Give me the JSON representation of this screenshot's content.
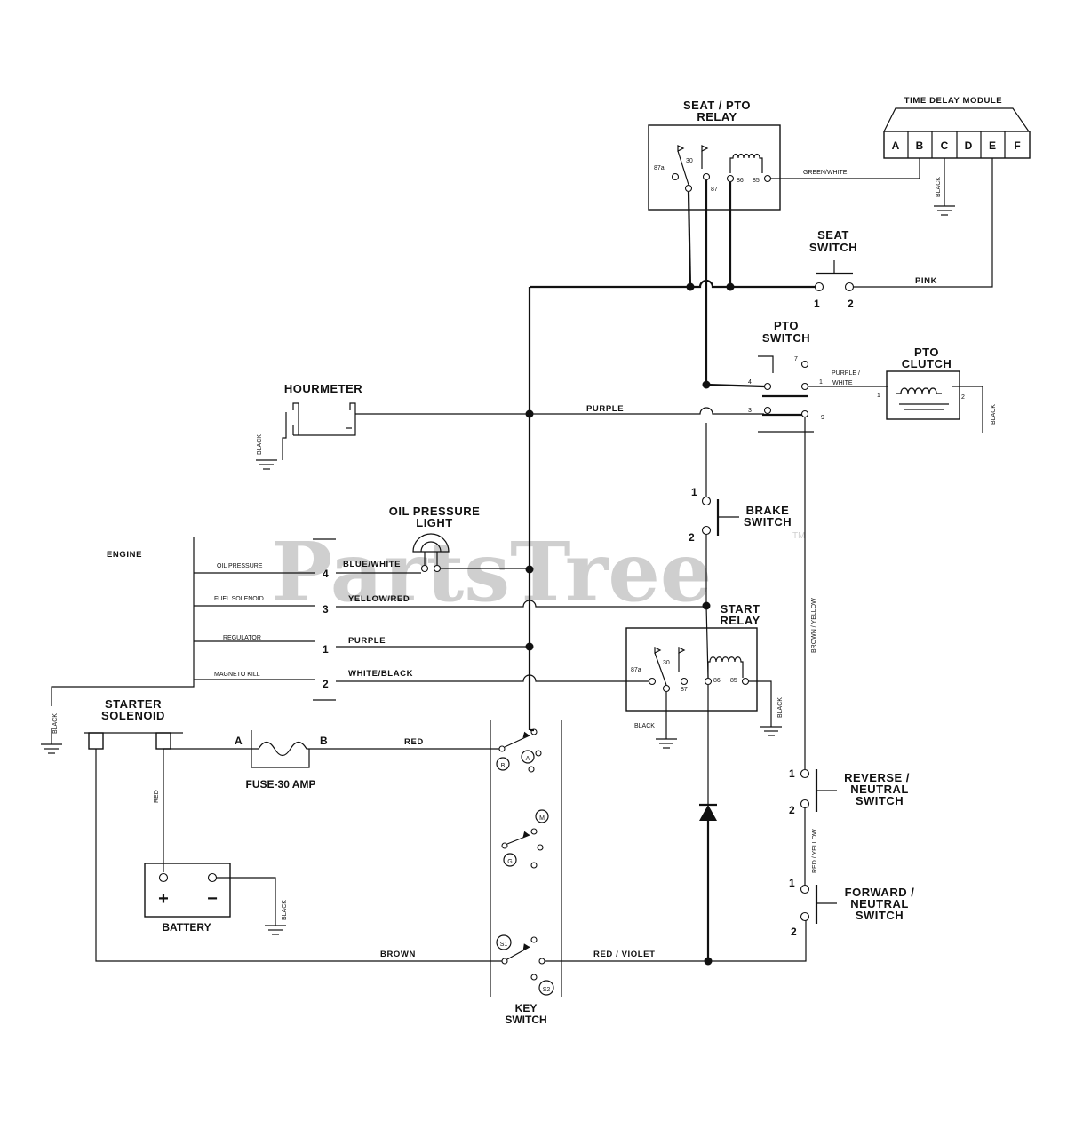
{
  "watermark": {
    "text": "PartsTree",
    "tm": "TM"
  },
  "components": {
    "seat_pto_relay": {
      "line1": "SEAT / PTO",
      "line2": "RELAY",
      "pins": [
        "87a",
        "30",
        "87",
        "86",
        "85"
      ]
    },
    "time_delay_module": {
      "title": "TIME DELAY MODULE",
      "terminals": [
        "A",
        "B",
        "C",
        "D",
        "E",
        "F"
      ]
    },
    "seat_switch": {
      "line1": "SEAT",
      "line2": "SWITCH",
      "pin1": "1",
      "pin2": "2"
    },
    "pto_switch": {
      "line1": "PTO",
      "line2": "SWITCH",
      "pins": [
        "7",
        "4",
        "1",
        "3",
        "9"
      ]
    },
    "pto_clutch": {
      "line1": "PTO",
      "line2": "CLUTCH",
      "pin1": "1",
      "pin2": "2"
    },
    "hourmeter": {
      "title": "HOURMETER"
    },
    "oil_pressure_light": {
      "line1": "OIL PRESSURE",
      "line2": "LIGHT"
    },
    "brake_switch": {
      "line1": "BRAKE",
      "line2": "SWITCH",
      "pin1": "1",
      "pin2": "2"
    },
    "engine": {
      "title": "ENGINE",
      "terminals": [
        {
          "label": "OIL PRESSURE",
          "num": "4"
        },
        {
          "label": "FUEL SOLENOID",
          "num": "3"
        },
        {
          "label": "REGULATOR",
          "num": "1"
        },
        {
          "label": "MAGNETO KILL",
          "num": "2"
        }
      ]
    },
    "start_relay": {
      "line1": "START",
      "line2": "RELAY",
      "pins": [
        "87a",
        "30",
        "87",
        "86",
        "85"
      ]
    },
    "starter_solenoid": {
      "line1": "STARTER",
      "line2": "SOLENOID"
    },
    "fuse": {
      "label": "FUSE-30 AMP",
      "a": "A",
      "b": "B"
    },
    "battery": {
      "label": "BATTERY",
      "plus": "+",
      "minus": "−"
    },
    "key_switch": {
      "line1": "KEY",
      "line2": "SWITCH",
      "contacts": [
        "B",
        "A",
        "M",
        "G",
        "S1",
        "S2"
      ]
    },
    "reverse_neutral_switch": {
      "line1": "REVERSE /",
      "line2": "NEUTRAL",
      "line3": "SWITCH",
      "pin1": "1",
      "pin2": "2"
    },
    "forward_neutral_switch": {
      "line1": "FORWARD /",
      "line2": "NEUTRAL",
      "line3": "SWITCH",
      "pin1": "1",
      "pin2": "2"
    }
  },
  "wires": {
    "green_white": "GREEN/WHITE",
    "black": "BLACK",
    "pink": "PINK",
    "purple_white_1": "PURPLE /",
    "purple_white_2": "WHITE",
    "purple": "PURPLE",
    "blue_white": "BLUE/WHITE",
    "yellow_red": "YELLOW/RED",
    "purple_reg": "PURPLE",
    "white_black": "WHITE/BLACK",
    "red": "RED",
    "brown": "BROWN",
    "red_violet": "RED / VIOLET",
    "brown_yellow": "BROWN / YELLOW",
    "red_yellow": "RED / YELLOW"
  }
}
